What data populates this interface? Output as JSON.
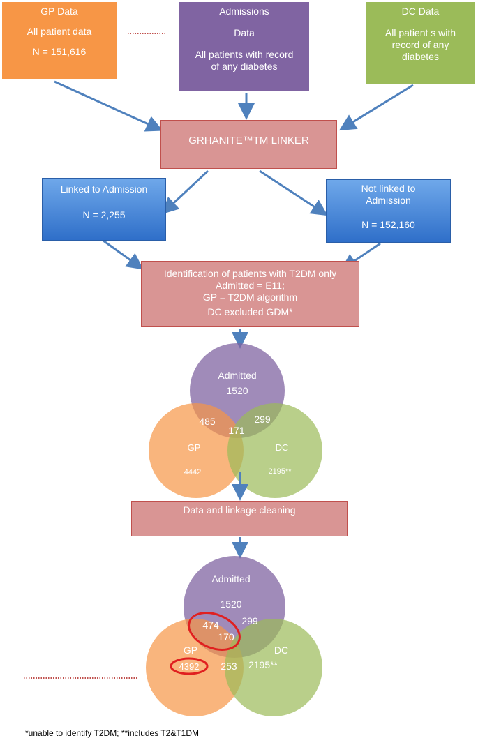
{
  "gp_box": {
    "title": "GP Data",
    "line1": "All patient data",
    "n": "N = 151,616"
  },
  "admissions_box": {
    "title": "Admissions",
    "line1": "Data",
    "line2": "All patients with record",
    "line3": "of any diabetes"
  },
  "dc_box": {
    "title": "DC Data",
    "line1": "All patient s with",
    "line2": "record of any",
    "line3": "diabetes"
  },
  "linker_box": {
    "label": "GRHANITE™TM LINKER"
  },
  "linked_box": {
    "title": "Linked to Admission",
    "n": "N = 2,255"
  },
  "not_linked_box": {
    "line1": "Not linked to",
    "line2": "Admission",
    "n": "N = 152,160"
  },
  "identification_box": {
    "line1": "Identification of patients with T2DM  only",
    "line2": "Admitted = E11;",
    "line3": "GP = T2DM algorithm",
    "line4": "DC excluded GDM*"
  },
  "cleaning_box": {
    "label": "Data and linkage cleaning"
  },
  "venn1": {
    "admitted_label": "Admitted",
    "admitted_value": "1520",
    "gp_label": "GP",
    "gp_value": "4442",
    "dc_label": "DC",
    "dc_value": "2195**",
    "gp_admitted": "485",
    "admitted_dc": "299",
    "center": "171"
  },
  "venn2": {
    "admitted_label": "Admitted",
    "admitted_value": "1520",
    "gp_label": "GP",
    "gp_value": "4392",
    "dc_label": "DC",
    "dc_value": "2195**",
    "gp_admitted": "474",
    "admitted_dc": "299",
    "center": "170",
    "gp_dc": "253"
  },
  "footnote": "*unable to identify T2DM; **includes T2&T1DM",
  "colors": {
    "gp": "#f79646",
    "admissions": "#8064a2",
    "dc": "#9bbb59",
    "process": "#d99594",
    "process_border": "#c0504d",
    "linked": "#4f81bd",
    "arrow": "#4f81bd",
    "highlight": "#e02020",
    "dotted": "#c0504d"
  }
}
